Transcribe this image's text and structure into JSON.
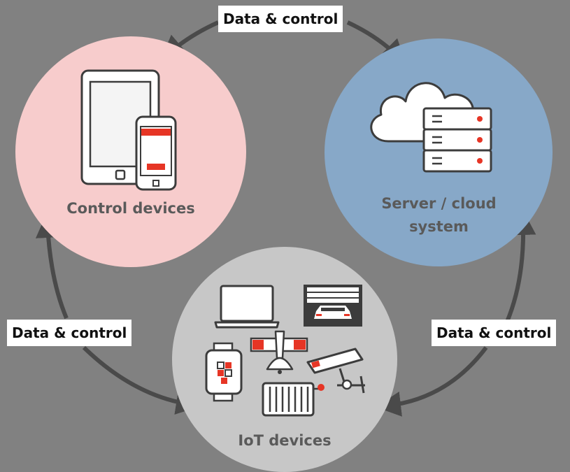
{
  "nodes": {
    "control": {
      "label": "Control devices",
      "color": "#f7cccc"
    },
    "server": {
      "label_line1": "Server / cloud",
      "label_line2": "system",
      "color": "#87a8c8"
    },
    "iot": {
      "label": "IoT devices",
      "color": "#c7c7c7"
    }
  },
  "edges": {
    "top": "Data & control",
    "left": "Data & control",
    "right": "Data & control"
  },
  "colors": {
    "accent": "#e63525",
    "icon_stroke": "#3c3c3c",
    "arrow": "#4a4a4a",
    "background": "#818181"
  },
  "icons": [
    "tablet-icon",
    "smartphone-icon",
    "cloud-icon",
    "server-rack-icon",
    "laptop-icon",
    "garage-car-icon",
    "barrier-gate-icon",
    "smartwatch-icon",
    "security-camera-icon",
    "radiator-icon"
  ]
}
